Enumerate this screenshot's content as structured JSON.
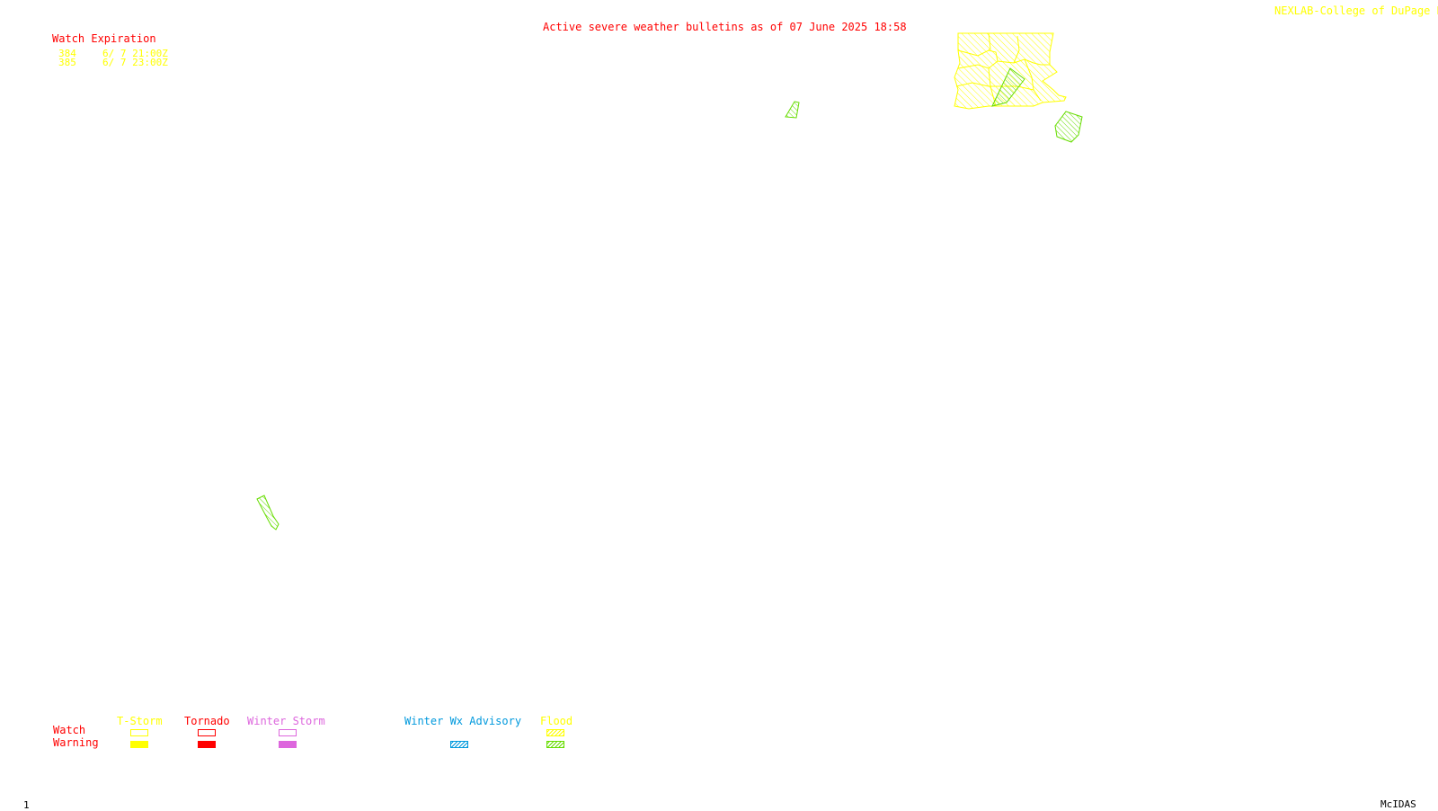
{
  "header": {
    "title": "Active severe weather bulletins as of 07 June 2025 18:58",
    "credit": "NEXLAB-College of DuPage R",
    "title_color": "#ff0000",
    "credit_color": "#ffff00"
  },
  "watch_expiration": {
    "heading": "Watch Expiration",
    "heading_color": "#ff0000",
    "entry_color": "#ffff00",
    "entries": [
      {
        "number": "384",
        "expires": "6/ 7 21:00Z"
      },
      {
        "number": "385",
        "expires": "6/ 7 23:00Z"
      }
    ]
  },
  "map": {
    "tstorm_watch_color": "#ffff00",
    "flood_warning_color": "#66dd00"
  },
  "legend": {
    "row_labels": {
      "watch": "Watch",
      "warning": "Warning"
    },
    "row_label_color": "#ff0000",
    "categories": [
      {
        "label": "T-Storm",
        "color": "#ffff00",
        "watch_style": "outline",
        "warning_style": "filled"
      },
      {
        "label": "Tornado",
        "color": "#ff0000",
        "watch_style": "outline",
        "warning_style": "filled"
      },
      {
        "label": "Winter Storm",
        "color": "#dd66dd",
        "watch_style": "outline",
        "warning_style": "filled"
      },
      {
        "label": "Winter Wx Advisory",
        "color": "#0099dd",
        "watch_style": "none",
        "warning_style": "hatched"
      },
      {
        "label": "Flood",
        "color": "#ffff00",
        "warning_color": "#66dd00",
        "watch_style": "hatched",
        "warning_style": "hatched"
      }
    ]
  },
  "footer": {
    "frame_number": "1",
    "software": "McIDAS",
    "color": "#000000"
  }
}
